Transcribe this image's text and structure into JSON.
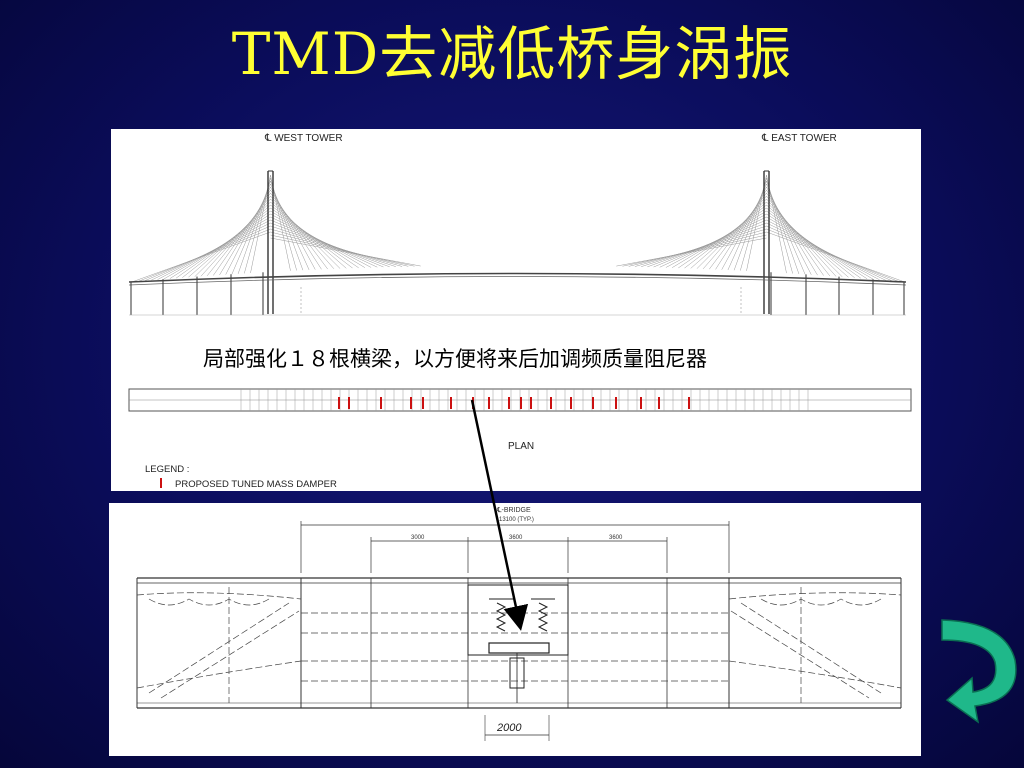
{
  "slide": {
    "title": "TMD去减低桥身涡振",
    "annotation": "局部强化１８根横梁，以方便将来后加调频质量阻尼器"
  },
  "elevation": {
    "west_tower_label": "℄ WEST TOWER",
    "east_tower_label": "℄ EAST TOWER"
  },
  "plan": {
    "label": "PLAN",
    "legend_title": "LEGEND :",
    "legend_item": "PROPOSED TUNED MASS DAMPER",
    "damper_color": "#cc1111"
  },
  "section": {
    "bridge_label": "℄-BRIDGE",
    "sub_label": "13100 (TYP.)",
    "dims": [
      "3000",
      "3600",
      "3600"
    ],
    "bottom_dim": "2000"
  },
  "colors": {
    "title": "#ffff33",
    "arrow_fill": "#1fb88a",
    "arrow_stroke": "#0a6e52"
  }
}
